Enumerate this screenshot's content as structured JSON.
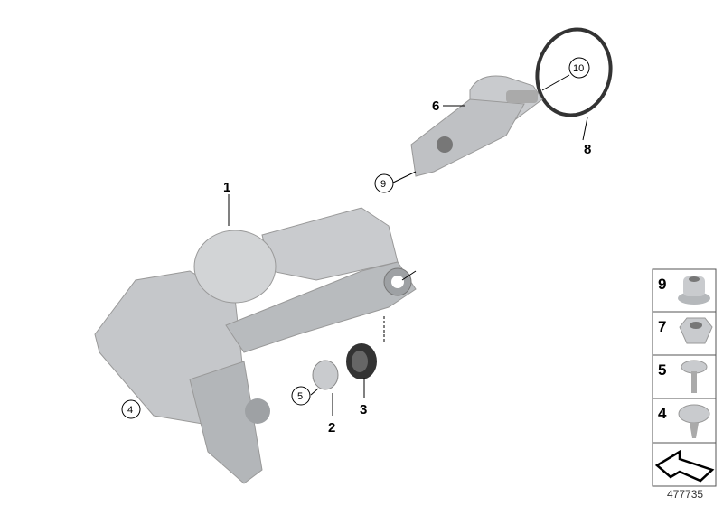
{
  "callouts": {
    "motor": "1",
    "bushing_2": "2",
    "grommet_3": "3",
    "screw_4": "4",
    "screw_5": "5",
    "bracket_6": "6",
    "seal_ring_8": "8",
    "nut_9": "9",
    "nozzle_10": "10"
  },
  "parts_panel": {
    "items": [
      {
        "number": "9",
        "icon": "flange-nut-icon"
      },
      {
        "number": "7",
        "icon": "hex-nut-icon"
      },
      {
        "number": "5",
        "icon": "screw-icon"
      },
      {
        "number": "4",
        "icon": "washer-screw-icon"
      }
    ],
    "footer_icon": "direction-arrow-icon"
  },
  "image_id": "477735",
  "colors": {
    "part_fill": "#c9cbce",
    "part_shade": "#a7aaae",
    "line": "#000000"
  }
}
